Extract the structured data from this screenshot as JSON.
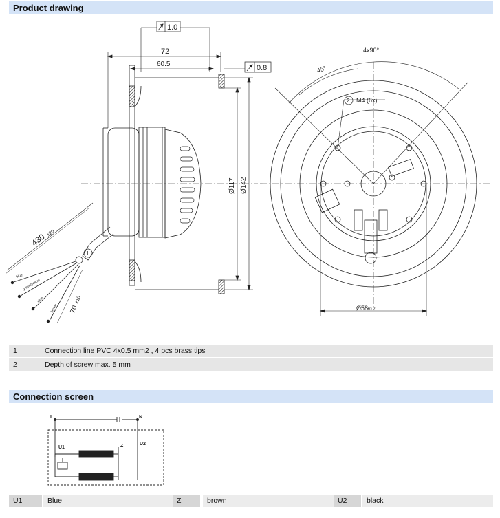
{
  "product_drawing": {
    "title": "Product drawing",
    "tolerances": {
      "runout_top": "1.0",
      "runout_right": "0.8"
    },
    "dimensions": {
      "overall_width": "72",
      "inlet_depth": "60.5",
      "dia_117": "Ø117",
      "dia_142": "Ø142",
      "cable_length_main": "430",
      "cable_length_main_tol": "±20",
      "cable_length_tips": "70",
      "cable_length_tips_tol": "±10",
      "angle_pitch": "4x90°",
      "angle_offset": "45°",
      "screw_thread": "M4 (6x)",
      "screw_callout": "2",
      "bolt_circle": "Ø58",
      "bolt_circle_tol": "±0.2",
      "lead_callout": "1"
    },
    "wires": [
      "blue",
      "green/yellow",
      "blue",
      "brown"
    ]
  },
  "notes": [
    {
      "num": "1",
      "text": "Connection line PVC 4x0.5 mm2 , 4 pcs brass tips"
    },
    {
      "num": "2",
      "text": "Depth of screw max. 5 mm"
    }
  ],
  "connection_screen": {
    "title": "Connection screen",
    "labels": {
      "L": "L",
      "N": "N",
      "U1": "U1",
      "U2": "U2",
      "Z": "Z"
    },
    "wires": [
      {
        "key": "U1",
        "value": "Blue"
      },
      {
        "key": "Z",
        "value": "brown"
      },
      {
        "key": "U2",
        "value": "black"
      }
    ]
  }
}
